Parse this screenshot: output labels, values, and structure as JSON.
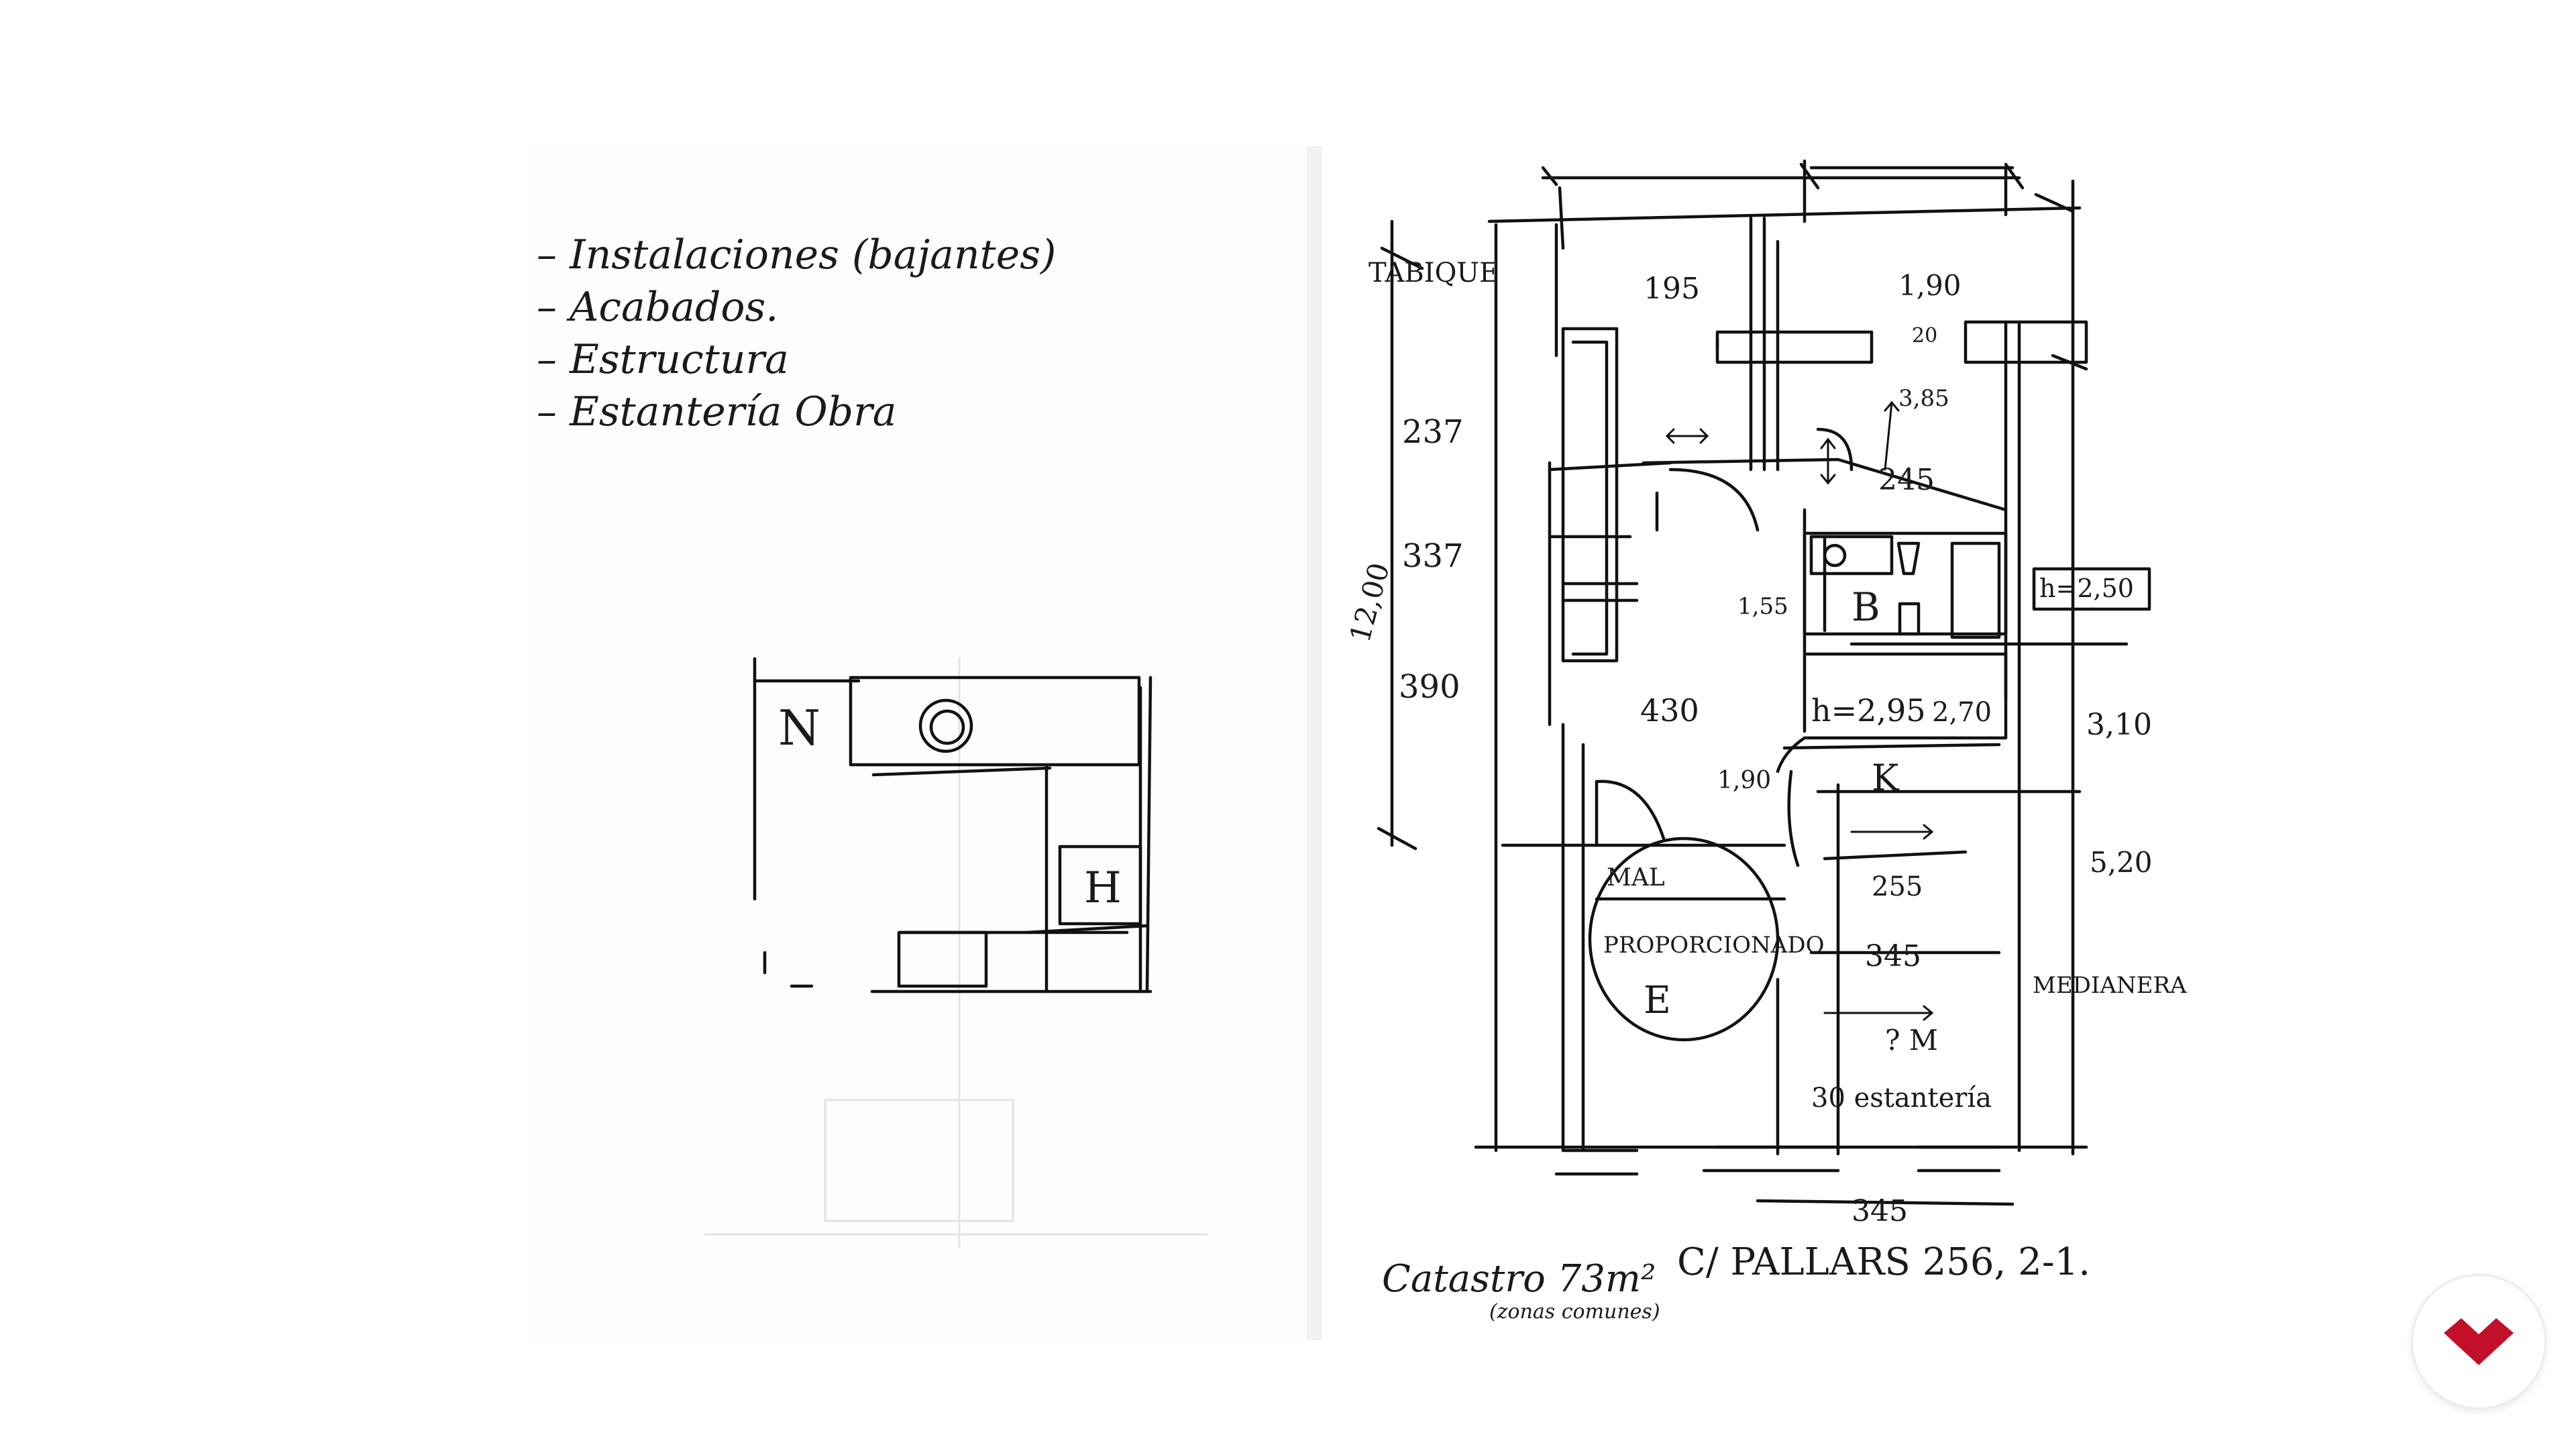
{
  "left_page": {
    "notes": [
      "– Instalaciones (bajantes)",
      "– Acabados.",
      "– Estructura",
      "– Estantería Obra"
    ],
    "plan": {
      "label_n": "N",
      "label_h": "H"
    }
  },
  "right_page": {
    "labels": {
      "tabique": "TABIQUE",
      "d195": "195",
      "d190": "1,90",
      "d20": "20",
      "d385": "3,85",
      "d237": "237",
      "d245": "245",
      "d337": "337",
      "d1200": "12,00",
      "d155": "1,55",
      "room_b": "B",
      "h250": "h=2,50",
      "d390": "390",
      "d430": "430",
      "h295": "h=2,95",
      "d270": "2,70",
      "d310": "3,10",
      "d190b": "1,90",
      "room_k": "K",
      "d255": "255",
      "d520": "5,20",
      "mal": "MAL",
      "proporcionado": "PROPORCIONADO",
      "room_e": "E",
      "d345": "345",
      "medianera": "MEDIANERA",
      "room_m": "? M",
      "estanteria": "30 estantería",
      "d345b": "345"
    },
    "footer": {
      "area": "Catastro 73m²",
      "area_note": "(zonas comunes)",
      "address": "C/ PALLARS 256, 2-1."
    }
  },
  "logo": {
    "icon": "brand-chevron-icon",
    "color": "#c2102a"
  }
}
